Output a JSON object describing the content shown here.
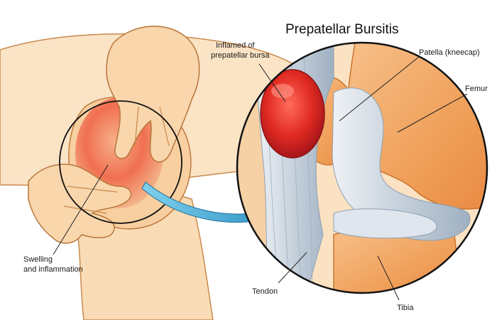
{
  "diagram": {
    "title": "Prepatellar Bursitis",
    "labels": {
      "bursa_line1": "Inflamed of",
      "bursa_line2": "prepatellar bursa",
      "patella": "Patella (kneecap)",
      "femur": "Femur",
      "swelling_line1": "Swelling",
      "swelling_line2": "and inflammation",
      "tendon": "Tendon",
      "tibia": "Tibia"
    },
    "colors": {
      "skin_light": "#fbe5c8",
      "skin": "#f7cfa0",
      "skin_shadow": "#e9a96a",
      "outline": "#b36a2c",
      "inflamed": "#e23a2e",
      "bone": "#f1a35c",
      "ligament": "#c9d3dd",
      "arrow": "#3aa0cc"
    }
  }
}
